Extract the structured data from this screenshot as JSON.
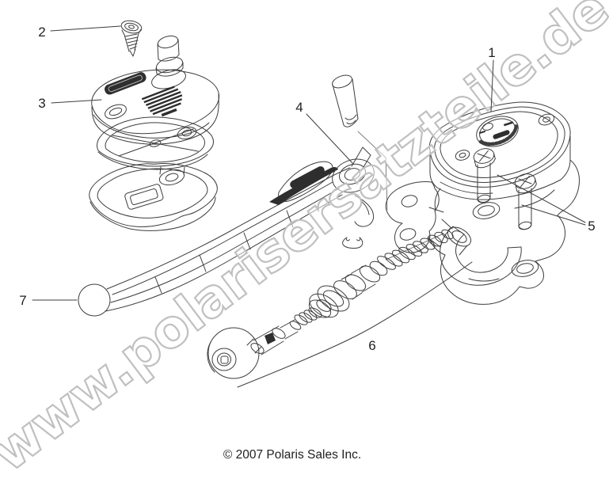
{
  "page": {
    "background": "#ffffff"
  },
  "diagram": {
    "watermark": "www.polarisersatzteile.de",
    "copyright": "© 2007 Polaris Sales Inc.",
    "callouts": {
      "c1": {
        "label": "1"
      },
      "c2": {
        "label": "2"
      },
      "c3": {
        "label": "3"
      },
      "c4": {
        "label": "4"
      },
      "c5": {
        "label": "5"
      },
      "c6": {
        "label": "6"
      },
      "c7": {
        "label": "7"
      }
    },
    "colors": {
      "line": "#3d3d3d",
      "label": "#1f1f1f",
      "watermark_outline": "#c0c0c0",
      "watermark_fill": "rgba(255,255,255,0.52)",
      "background": "#ffffff"
    }
  }
}
